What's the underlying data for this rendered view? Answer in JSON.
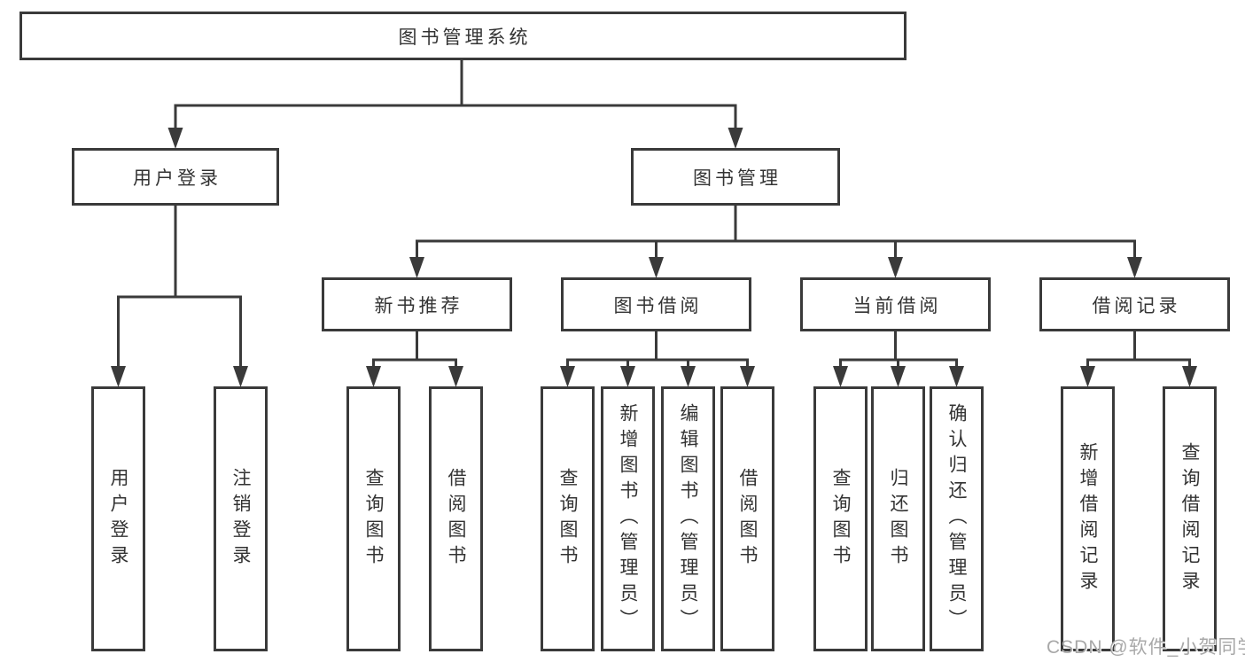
{
  "diagram": {
    "tree": {
      "root": {
        "label": "图书管理系统",
        "children": [
          {
            "label": "用户登录",
            "children": [
              {
                "label": "用户登录"
              },
              {
                "label": "注销登录"
              }
            ]
          },
          {
            "label": "图书管理",
            "children": [
              {
                "label": "新书推荐",
                "children": [
                  {
                    "label": "查询图书"
                  },
                  {
                    "label": "借阅图书"
                  }
                ]
              },
              {
                "label": "图书借阅",
                "children": [
                  {
                    "label": "查询图书"
                  },
                  {
                    "label": "新增图书（管理员）"
                  },
                  {
                    "label": "编辑图书（管理员）"
                  },
                  {
                    "label": "借阅图书"
                  }
                ]
              },
              {
                "label": "当前借阅",
                "children": [
                  {
                    "label": "查询图书"
                  },
                  {
                    "label": "归还图书"
                  },
                  {
                    "label": "确认归还（管理员）"
                  }
                ]
              },
              {
                "label": "借阅记录",
                "children": [
                  {
                    "label": "新增借阅记录"
                  },
                  {
                    "label": "查询借阅记录"
                  }
                ]
              }
            ]
          }
        ]
      }
    },
    "colors": {
      "line": "#3a3a3a",
      "box_border": "#3a3a3a",
      "box_background": "#ffffff",
      "text": "#333333",
      "watermark_text": "#a8a8a8"
    }
  },
  "watermark": {
    "text": "CSDN @软件_小贺同学"
  }
}
